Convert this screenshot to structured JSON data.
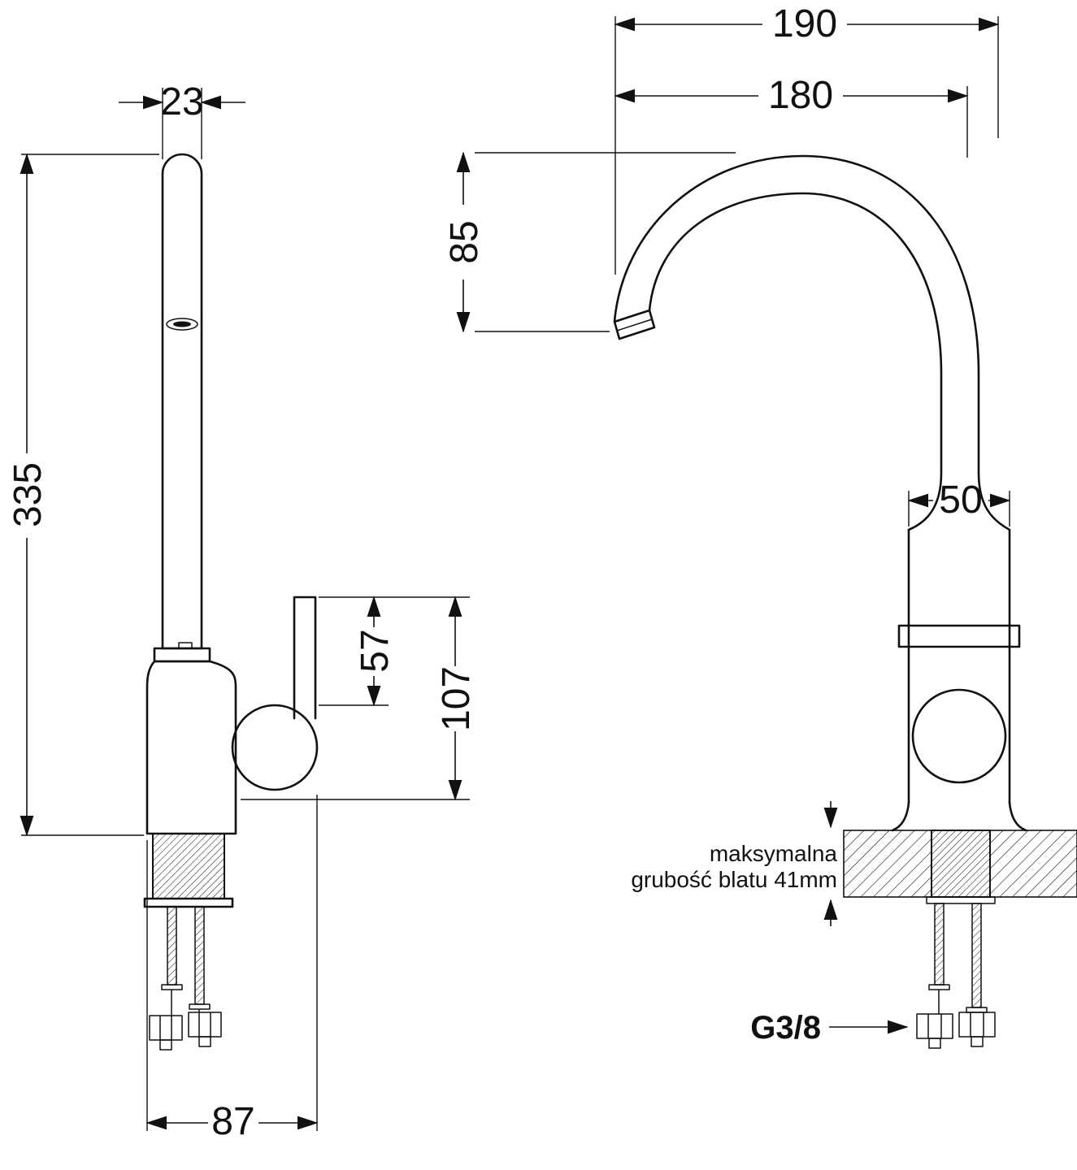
{
  "drawing": {
    "type": "technical-drawing",
    "subject": "kitchen faucet (tap) with mounting hardware, two orthographic views with dimensions",
    "units": "mm",
    "line_color": "#111111",
    "background_color": "#ffffff",
    "side_view": {
      "spout_width": "23",
      "total_height": "335",
      "handle_height": "57",
      "body_height": "107",
      "base_width": "87"
    },
    "front_view": {
      "overall_reach": "190",
      "spout_reach": "180",
      "spout_clearance": "85",
      "body_width": "50",
      "thread_size": "G3/8",
      "countertop_note_line1": "maksymalna",
      "countertop_note_line2": "grubość blatu 41mm"
    }
  }
}
